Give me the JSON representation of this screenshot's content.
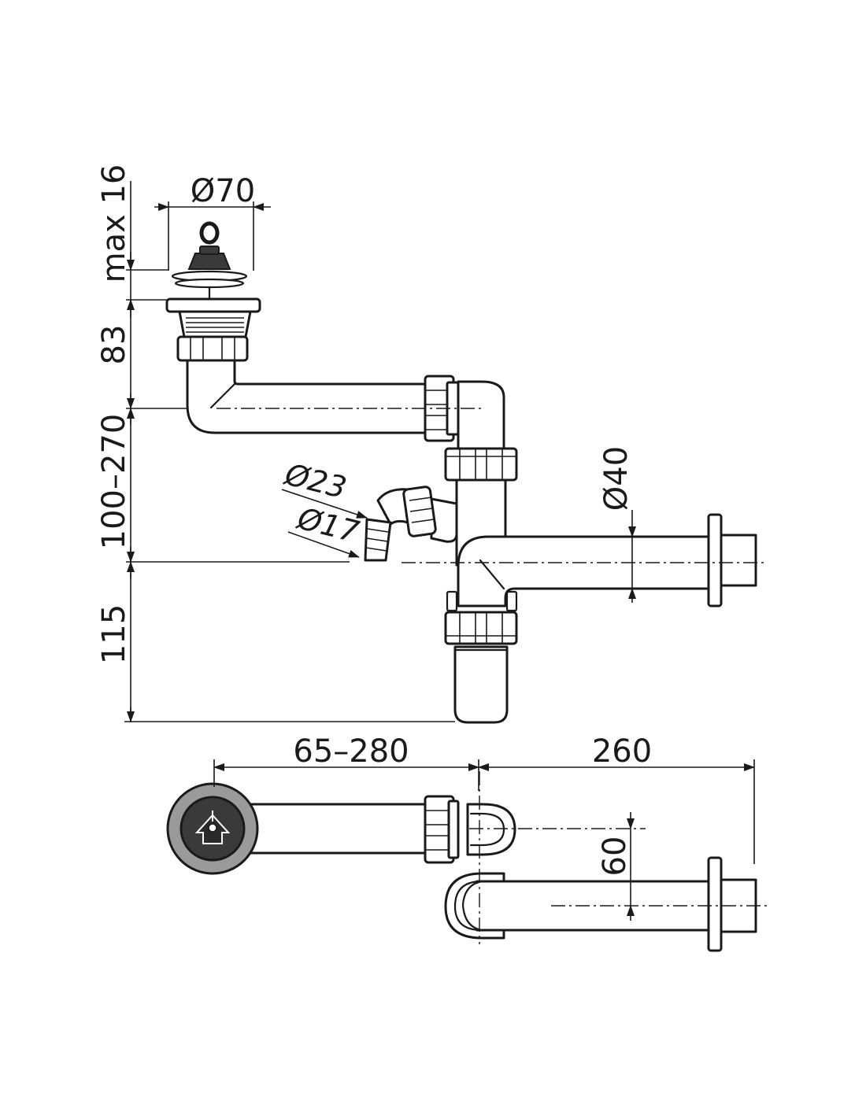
{
  "dimensions": {
    "drain_diameter": "Ø70",
    "max_thickness": "max 16",
    "drain_height": "83",
    "adjustable_height": "100–270",
    "outlet_height": "115",
    "hose_outer": "Ø23",
    "hose_inner": "Ø17",
    "pipe_diameter": "Ø40",
    "horizontal_reach": "65–280",
    "outlet_length": "260",
    "outlet_offset": "60"
  },
  "colors": {
    "line": "#1a1a1a",
    "background": "#ffffff",
    "dark_fill": "#3a3a3a",
    "ring_fill": "#9a9a9a"
  }
}
